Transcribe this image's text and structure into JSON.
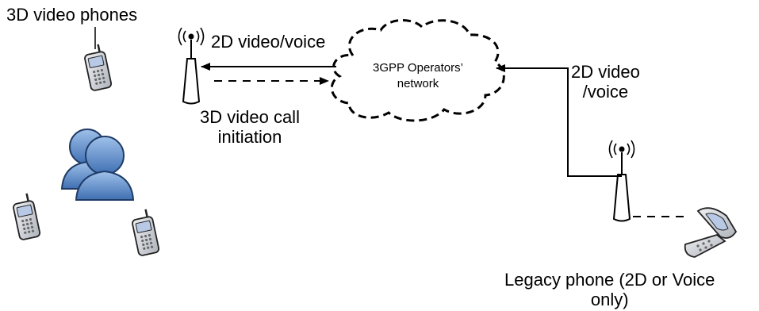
{
  "labels": {
    "video_phones": "3D video phones",
    "video_voice_left": "2D video/voice",
    "call_line1": "3D video call",
    "call_line2": "initiation",
    "video_voice_right_line1": "2D video",
    "video_voice_right_line2": "/voice",
    "legacy_line1": "Legacy phone (2D or Voice",
    "legacy_line2": "only)"
  },
  "cloud": {
    "line1": "3GPP Operators’",
    "line2": "network"
  },
  "icons": [
    "mobile-phone-icon",
    "user-group-icon",
    "base-station-icon",
    "flip-phone-icon",
    "cloud-icon"
  ],
  "colors": {
    "user_blue": "#4a78b8",
    "phone_gray": "#c9cdd3",
    "phone_screen": "#b8c9e6",
    "line": "#000000"
  }
}
